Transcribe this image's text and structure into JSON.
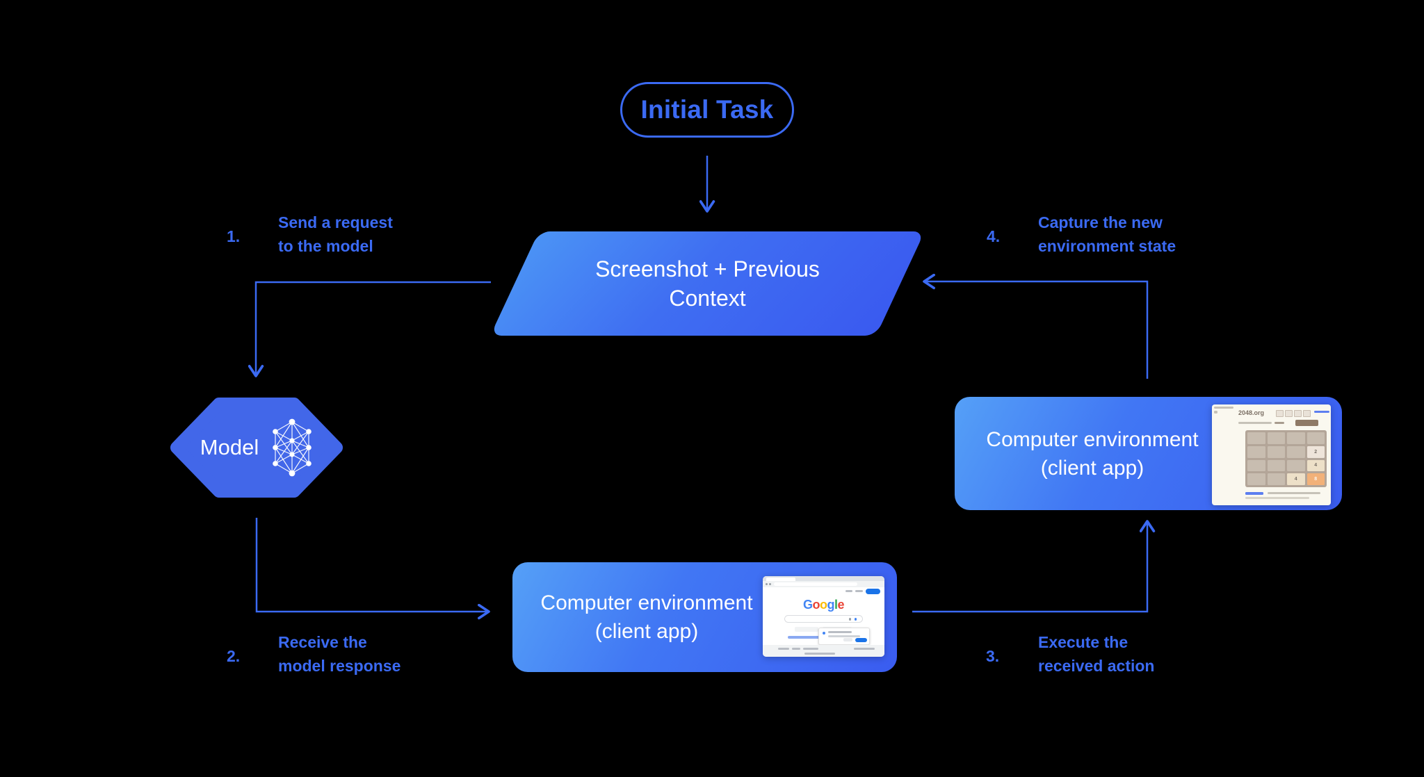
{
  "diagram": {
    "initial_task": {
      "label": "Initial Task"
    },
    "screenshot_context": {
      "line1": "Screenshot + Previous",
      "line2": "Context"
    },
    "model": {
      "label": "Model",
      "icon": "neural-network-icon"
    },
    "env_bottom": {
      "line1": "Computer environment",
      "line2": "(client app)"
    },
    "env_right": {
      "line1": "Computer environment",
      "line2": "(client app)"
    },
    "steps": [
      {
        "num": "1.",
        "line1": "Send a request",
        "line2": "to the model"
      },
      {
        "num": "2.",
        "line1": "Receive the",
        "line2": "model response"
      },
      {
        "num": "3.",
        "line1": "Execute the",
        "line2": "received action"
      },
      {
        "num": "4.",
        "line1": "Capture the new",
        "line2": "environment state"
      }
    ]
  },
  "thumbnails": {
    "browser": {
      "logo_letters": [
        {
          "ch": "G",
          "color": "#4285F4"
        },
        {
          "ch": "o",
          "color": "#EA4335"
        },
        {
          "ch": "o",
          "color": "#FBBC05"
        },
        {
          "ch": "g",
          "color": "#4285F4"
        },
        {
          "ch": "l",
          "color": "#34A853"
        },
        {
          "ch": "e",
          "color": "#EA4335"
        }
      ]
    },
    "game": {
      "title": "2048.org",
      "grid": [
        [
          "",
          "",
          "",
          ""
        ],
        [
          "",
          "",
          "",
          "2"
        ],
        [
          "",
          "",
          "",
          "4"
        ],
        [
          "",
          "",
          "4",
          "8"
        ]
      ]
    }
  },
  "colors": {
    "background": "#000000",
    "accent_blue": "#3b6af3",
    "node_gradient_start": "#55a0f7",
    "node_gradient_end": "#3a5cf0",
    "hexagon_fill": "#4267e9",
    "tile_2": "#eee4da",
    "tile_4": "#ede0c8",
    "tile_8": "#f2b179",
    "new_game_button": "#8f7a66",
    "google_blue": "#1a73e8"
  }
}
